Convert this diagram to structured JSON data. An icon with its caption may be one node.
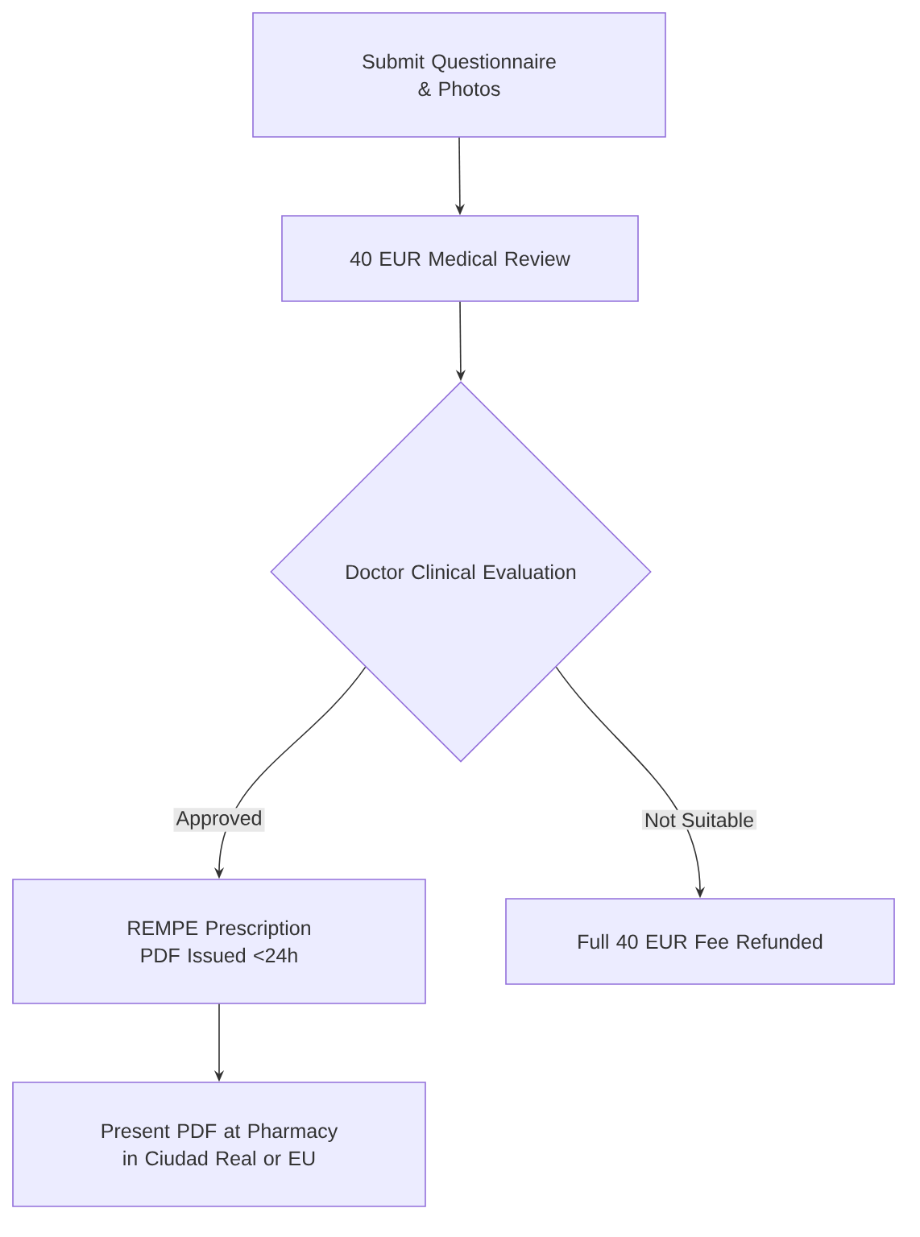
{
  "diagram": {
    "nodes": [
      {
        "text": [
          "Submit Questionnaire & Photos"
        ]
      },
      {
        "text": [
          "40 EUR Medical Review"
        ]
      },
      {
        "text": [
          "Doctor Clinical Evaluation"
        ]
      },
      {
        "text": [
          "REMPE Prescription PDF Issued <24h"
        ]
      },
      {
        "text": [
          "Full 40 EUR Fee Refunded"
        ]
      },
      {
        "text": [
          "Present PDF at Pharmacy in Ciudad Real or EU"
        ]
      }
    ],
    "edges": [
      {
        "from": 0,
        "to": 1,
        "arrow": "to"
      },
      {
        "from": 1,
        "to": 2,
        "arrow": "to"
      },
      {
        "from": 2,
        "to": 3,
        "arrow": "to",
        "label": "Approved"
      },
      {
        "from": 2,
        "to": 4,
        "arrow": "to",
        "label": "Not Suitable"
      },
      {
        "from": 3,
        "to": 5,
        "arrow": "to"
      }
    ]
  }
}
